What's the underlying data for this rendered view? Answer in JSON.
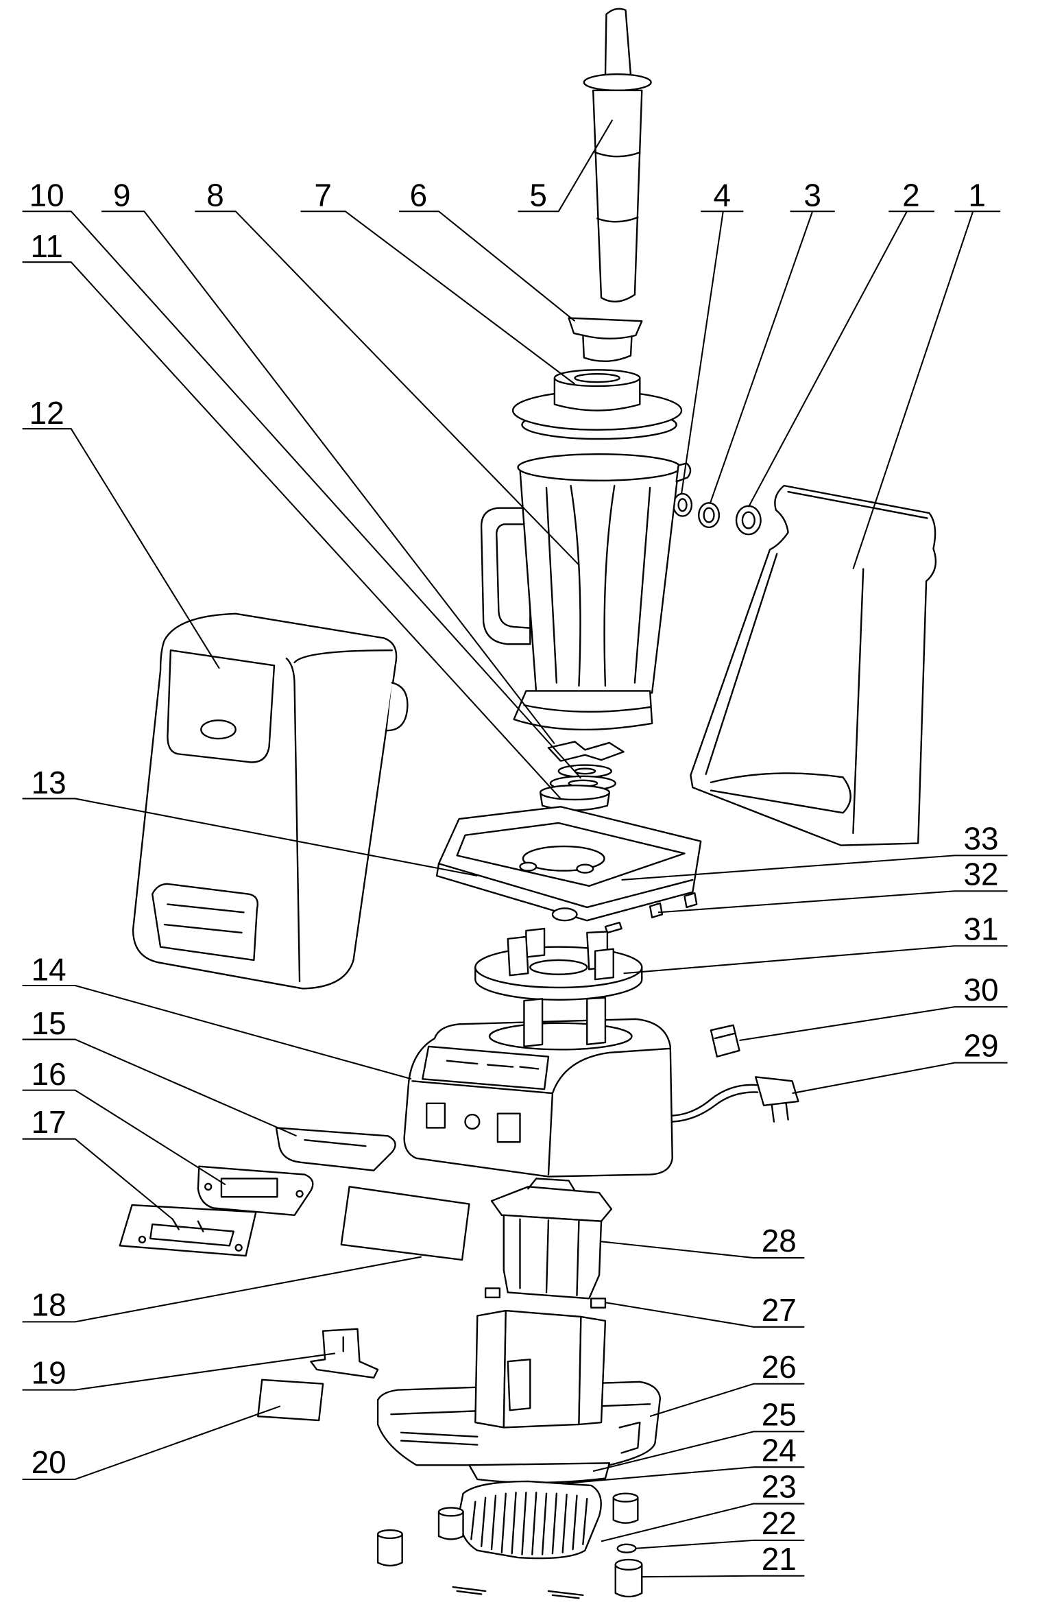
{
  "callouts": [
    "1",
    "2",
    "3",
    "4",
    "5",
    "6",
    "7",
    "8",
    "9",
    "10",
    "11",
    "12",
    "13",
    "14",
    "15",
    "16",
    "17",
    "18",
    "19",
    "20",
    "21",
    "22",
    "23",
    "24",
    "25",
    "26",
    "27",
    "28",
    "29",
    "30",
    "31",
    "32",
    "33"
  ]
}
